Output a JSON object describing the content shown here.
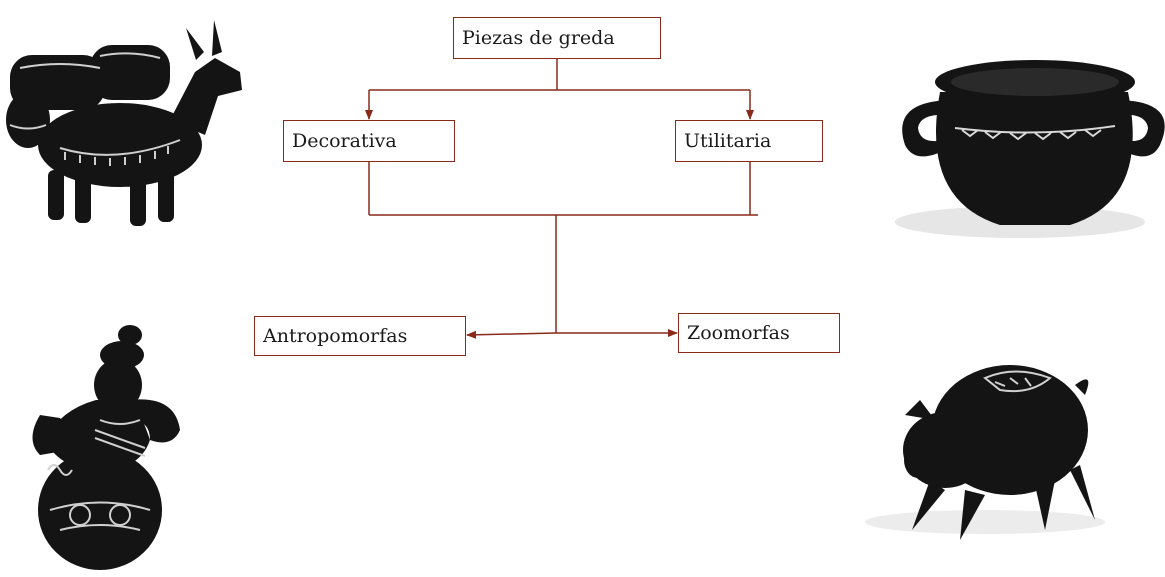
{
  "diagram": {
    "root": {
      "label": "Piezas de greda"
    },
    "level1": [
      {
        "label": "Decorativa"
      },
      {
        "label": "Utilitaria"
      }
    ],
    "level2": [
      {
        "label": "Antropomorfas"
      },
      {
        "label": "Zoomorfas"
      }
    ],
    "line_color": "#8b2a1a"
  },
  "pictures": [
    {
      "icon": "clay-donkey-with-barrels-icon"
    },
    {
      "icon": "clay-two-handled-pot-icon"
    },
    {
      "icon": "clay-guitarist-woman-icon"
    },
    {
      "icon": "clay-pig-icon"
    }
  ]
}
